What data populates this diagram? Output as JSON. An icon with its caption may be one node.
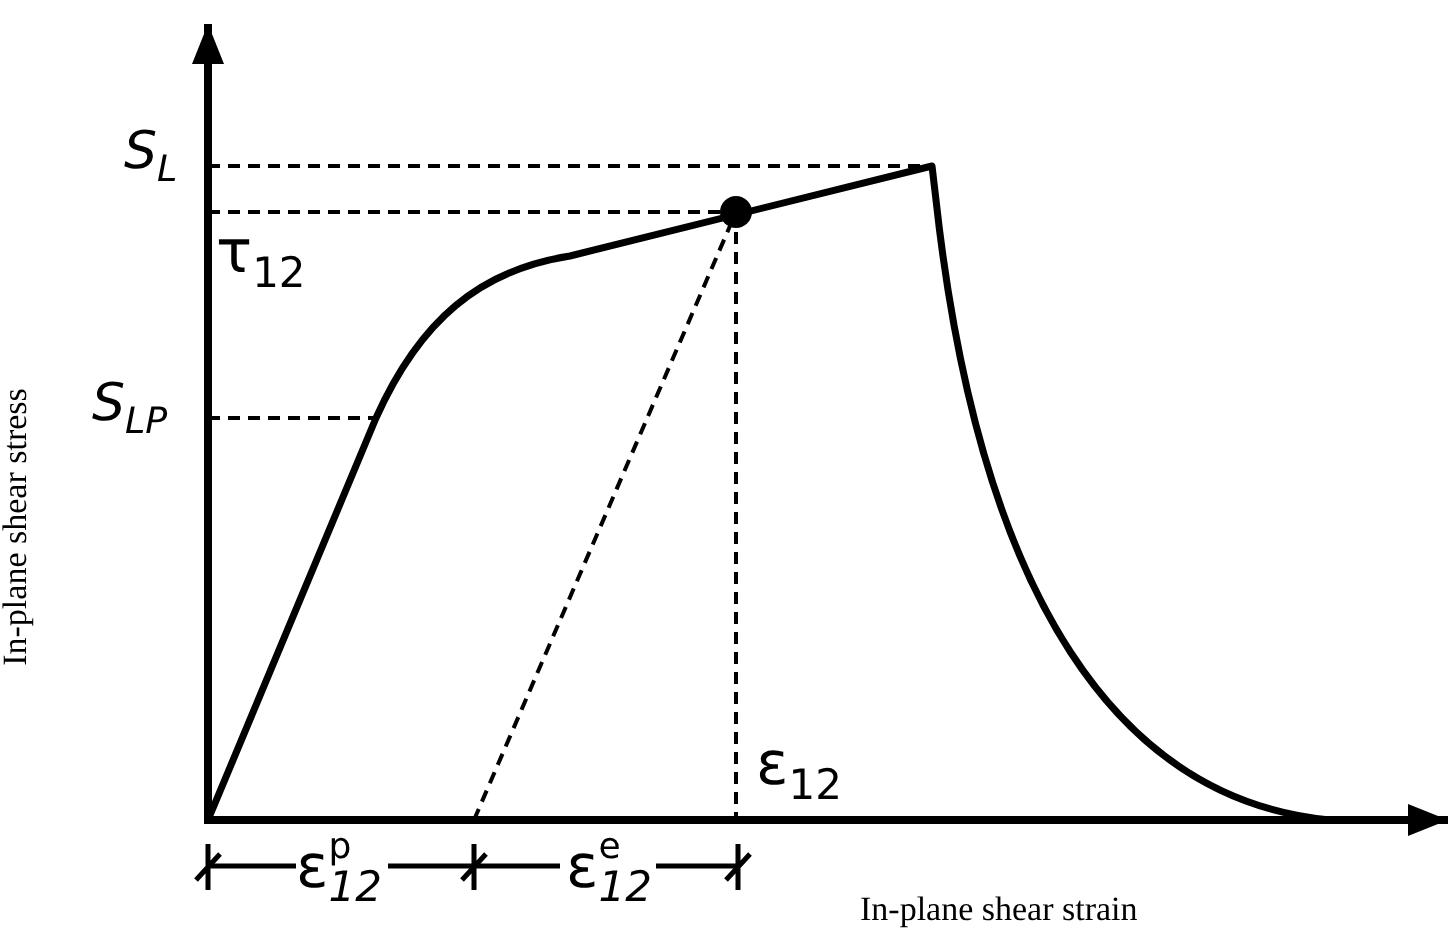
{
  "diagram": {
    "labels": [
      "S$_{L}$",
      "τ$_{12}$",
      "S$_{LP}$",
      "In-plane shear stress",
      "ε$_{12}$",
      "ε$^{p}$$_{12}$",
      "ε$^{e}$$_{12}$",
      "In-plane shear strain"
    ]
  }
}
